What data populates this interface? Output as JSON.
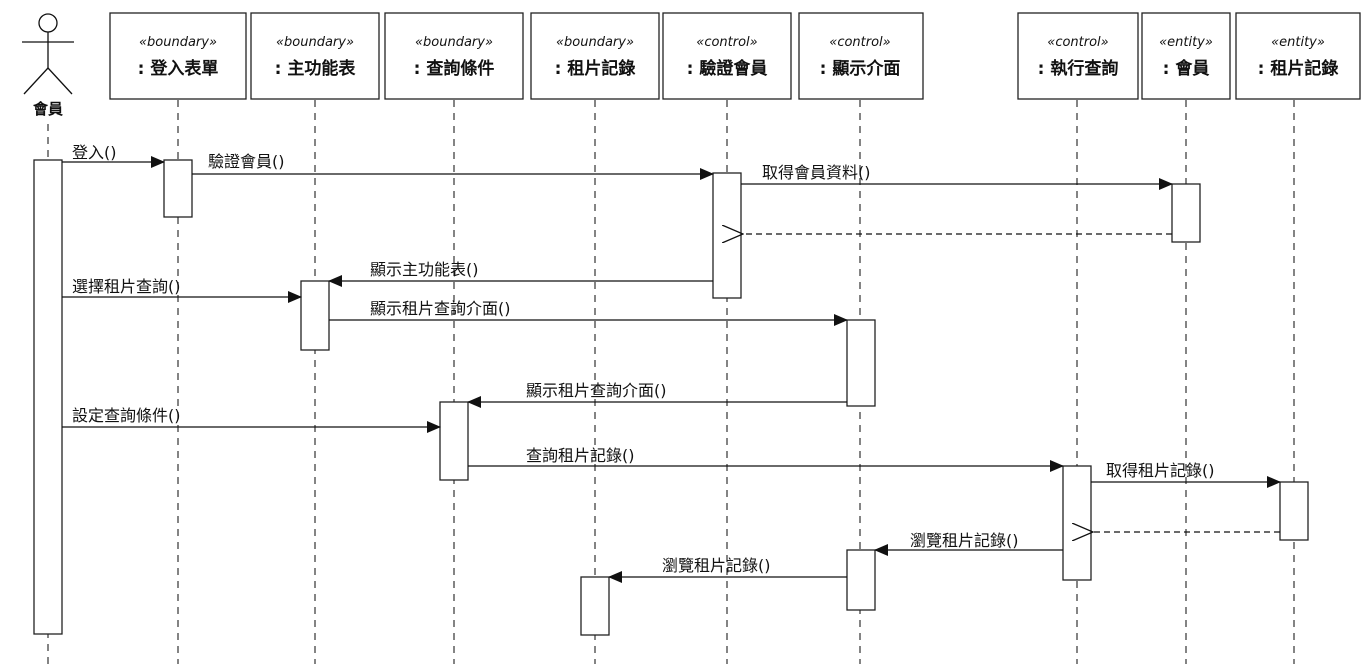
{
  "actor": {
    "name": "會員"
  },
  "participants": [
    {
      "id": "login",
      "stereotype": "«boundary»",
      "name": ": 登入表單"
    },
    {
      "id": "menu",
      "stereotype": "«boundary»",
      "name": ": 主功能表"
    },
    {
      "id": "query",
      "stereotype": "«boundary»",
      "name": ": 查詢條件"
    },
    {
      "id": "rental",
      "stereotype": "«boundary»",
      "name": ": 租片記錄"
    },
    {
      "id": "verify",
      "stereotype": "«control»",
      "name": ": 驗證會員"
    },
    {
      "id": "display",
      "stereotype": "«control»",
      "name": ": 顯示介面"
    },
    {
      "id": "exec",
      "stereotype": "«control»",
      "name": ": 執行查詢"
    },
    {
      "id": "member",
      "stereotype": "«entity»",
      "name": ": 會員"
    },
    {
      "id": "rentrec",
      "stereotype": "«entity»",
      "name": ": 租片記錄"
    }
  ],
  "messages": [
    {
      "from": "actor",
      "to": "login",
      "label": "登入()",
      "kind": "call"
    },
    {
      "from": "login",
      "to": "verify",
      "label": "驗證會員()",
      "kind": "call"
    },
    {
      "from": "verify",
      "to": "member",
      "label": "取得會員資料()",
      "kind": "call"
    },
    {
      "from": "member",
      "to": "verify",
      "label": "",
      "kind": "return"
    },
    {
      "from": "verify",
      "to": "menu",
      "label": "顯示主功能表()",
      "kind": "call"
    },
    {
      "from": "actor",
      "to": "menu",
      "label": "選擇租片查詢()",
      "kind": "call"
    },
    {
      "from": "menu",
      "to": "display",
      "label": "顯示租片查詢介面()",
      "kind": "call"
    },
    {
      "from": "display",
      "to": "query",
      "label": "顯示租片查詢介面()",
      "kind": "call"
    },
    {
      "from": "actor",
      "to": "query",
      "label": "設定查詢條件()",
      "kind": "call"
    },
    {
      "from": "query",
      "to": "exec",
      "label": "查詢租片記錄()",
      "kind": "call"
    },
    {
      "from": "exec",
      "to": "rentrec",
      "label": "取得租片記錄()",
      "kind": "call"
    },
    {
      "from": "rentrec",
      "to": "exec",
      "label": "",
      "kind": "return"
    },
    {
      "from": "exec",
      "to": "display",
      "label": "瀏覽租片記錄()",
      "kind": "call"
    },
    {
      "from": "display",
      "to": "rental",
      "label": "瀏覽租片記錄()",
      "kind": "call"
    }
  ]
}
